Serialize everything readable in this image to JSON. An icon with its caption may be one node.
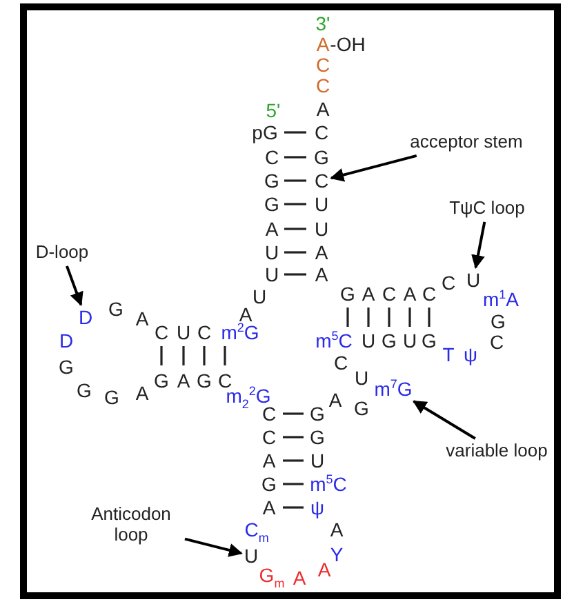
{
  "diagram": {
    "nodes": [
      {
        "text": [
          "acceptor stem"
        ]
      },
      {
        "text": [
          "TψC loop"
        ]
      },
      {
        "text": [
          "D-loop"
        ]
      },
      {
        "text": [
          "variable loop"
        ]
      },
      {
        "text": [
          "Anticodon loop"
        ]
      },
      {
        "text": [
          "C"
        ]
      },
      {
        "text": [
          "U"
        ]
      },
      {
        "text": [
          "D"
        ]
      },
      {
        "text": [
          "m$^{7}$G"
        ]
      },
      {
        "text": [
          "U"
        ]
      }
    ],
    "edges": [
      {
        "from": 0,
        "to": 5,
        "arrow": "to"
      },
      {
        "from": 1,
        "to": 6,
        "arrow": "to"
      },
      {
        "from": 2,
        "to": 7,
        "arrow": "to"
      },
      {
        "from": 3,
        "to": 8,
        "arrow": "to"
      },
      {
        "from": 4,
        "to": 9,
        "arrow": "to"
      }
    ],
    "labels": [
      "5'",
      "pG",
      "C",
      "G",
      "G",
      "A",
      "U",
      "U",
      "U",
      "A",
      "m$^{2}$G",
      "C",
      "U",
      "C",
      "A",
      "G",
      "D",
      "G",
      "G",
      "G",
      "A",
      "G",
      "A",
      "G",
      "C",
      "m$_{2}$$^{2}$G",
      "C",
      "C",
      "A",
      "G",
      "A",
      "C$_{m}$",
      "G$_{m}$",
      "A",
      "A",
      "Y",
      "A",
      "ψ",
      "m$^{5}$C",
      "U",
      "G",
      "G",
      "A",
      "G",
      "U",
      "C",
      "m$^{5}$C",
      "U",
      "G",
      "U",
      "G",
      "T",
      "ψ",
      "C",
      "G",
      "m$^{1}$A",
      "C",
      "C",
      "A",
      "C",
      "A",
      "G",
      "A",
      "A",
      "U",
      "U",
      "G",
      "C",
      "A",
      "C",
      "C",
      "A",
      "-OH",
      "3'"
    ]
  }
}
